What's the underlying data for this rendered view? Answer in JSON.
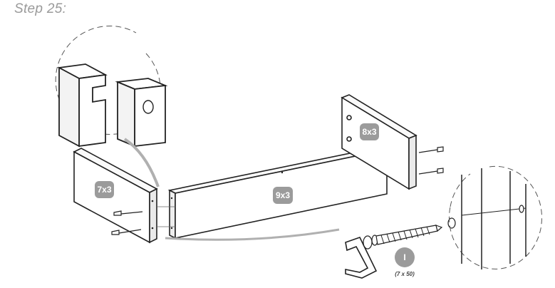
{
  "step": {
    "title": "Step 25:"
  },
  "parts": {
    "left_panel_label": "7x3",
    "right_panel_label": "8x3",
    "front_panel_label": "9x3",
    "hardware_label": "I",
    "hardware_size": "(7 x 50)"
  }
}
